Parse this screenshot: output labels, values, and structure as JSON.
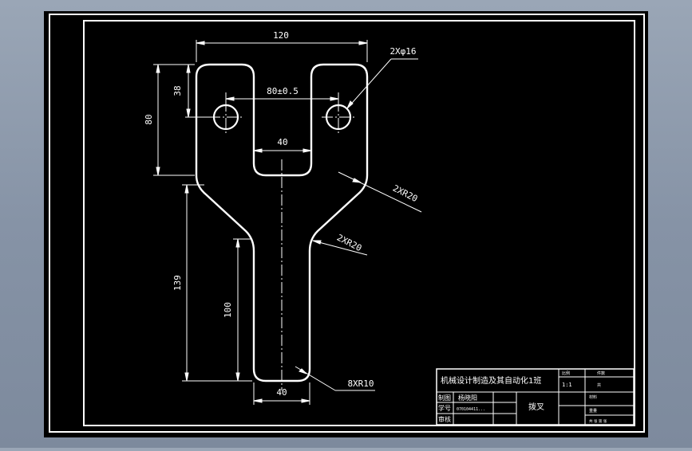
{
  "drawing": {
    "dim_overall_width": "120",
    "dim_hole_spacing": "80±0.5",
    "dim_slot_width": "40",
    "dim_top_to_hole": "38",
    "dim_top_height": "80",
    "dim_lower_length": "139",
    "dim_stem_length": "100",
    "dim_stem_width": "40",
    "label_holes": "2Xφ16",
    "label_fillet_upper": "2XR20",
    "label_fillet_lower": "2XR20",
    "label_bottom_radius": "8XR10"
  },
  "title_block": {
    "title": "机械设计制造及其自动化1班",
    "part_name": "拨叉",
    "row1_label": "制图",
    "row1_name": "杨晓阳",
    "row2_label": "学号",
    "row2_value": "070104411...",
    "row3_label": "审核",
    "scale_label": "比例",
    "scale_value": "1:1",
    "qty_label": "件数",
    "material_label": "材料",
    "sheet_label": "共",
    "sheet_value": "共  张  第  张",
    "weight_label": "重量"
  }
}
